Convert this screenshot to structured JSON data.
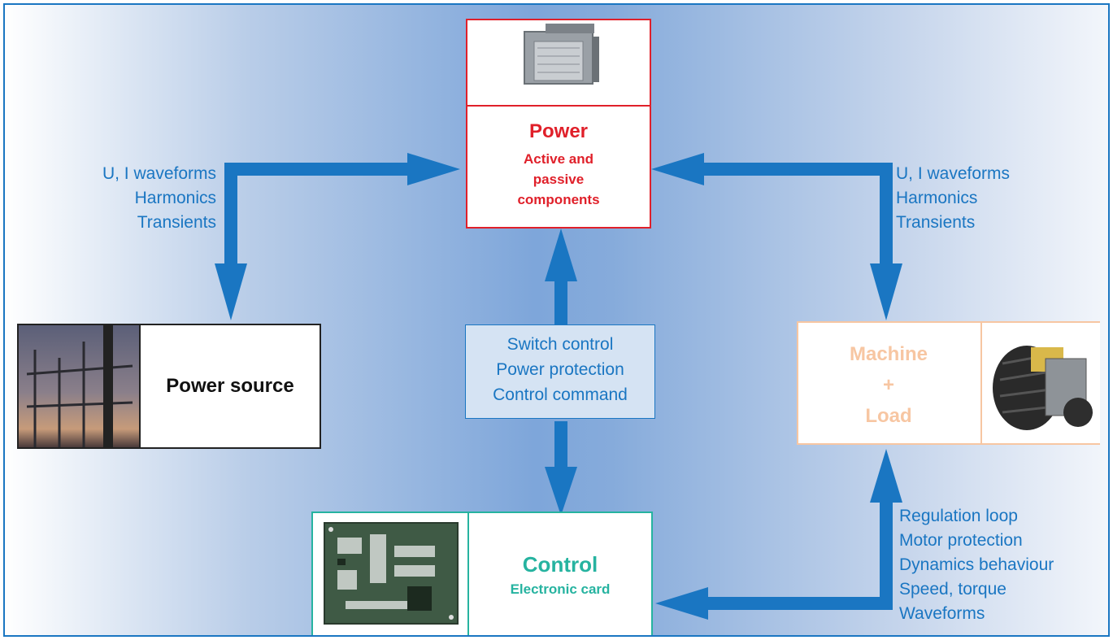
{
  "colors": {
    "arrow": "#1a76c2",
    "power": "#e0202a",
    "control": "#26b3a0",
    "machine": "#f7c6a2",
    "text_blue": "#1a76c2"
  },
  "power": {
    "title": "Power",
    "subtitle_lines": [
      "Active and",
      "passive",
      "components"
    ]
  },
  "power_source": {
    "title": "Power source"
  },
  "machine": {
    "line1": "Machine",
    "line2": "+",
    "line3": "Load"
  },
  "control": {
    "title": "Control",
    "subtitle": "Electronic card"
  },
  "left_labels": [
    "U, I waveforms",
    "Harmonics",
    "Transients"
  ],
  "right_labels": [
    "U, I waveforms",
    "Harmonics",
    "Transients"
  ],
  "center_labels": [
    "Switch control",
    "Power protection",
    "Control command"
  ],
  "bottom_right_labels": [
    "Regulation loop",
    "Motor protection",
    "Dynamics behaviour",
    "Speed, torque",
    "Waveforms"
  ],
  "images": [
    "converter-photo",
    "substation-photo",
    "motor-photo",
    "circuit-board-photo"
  ]
}
